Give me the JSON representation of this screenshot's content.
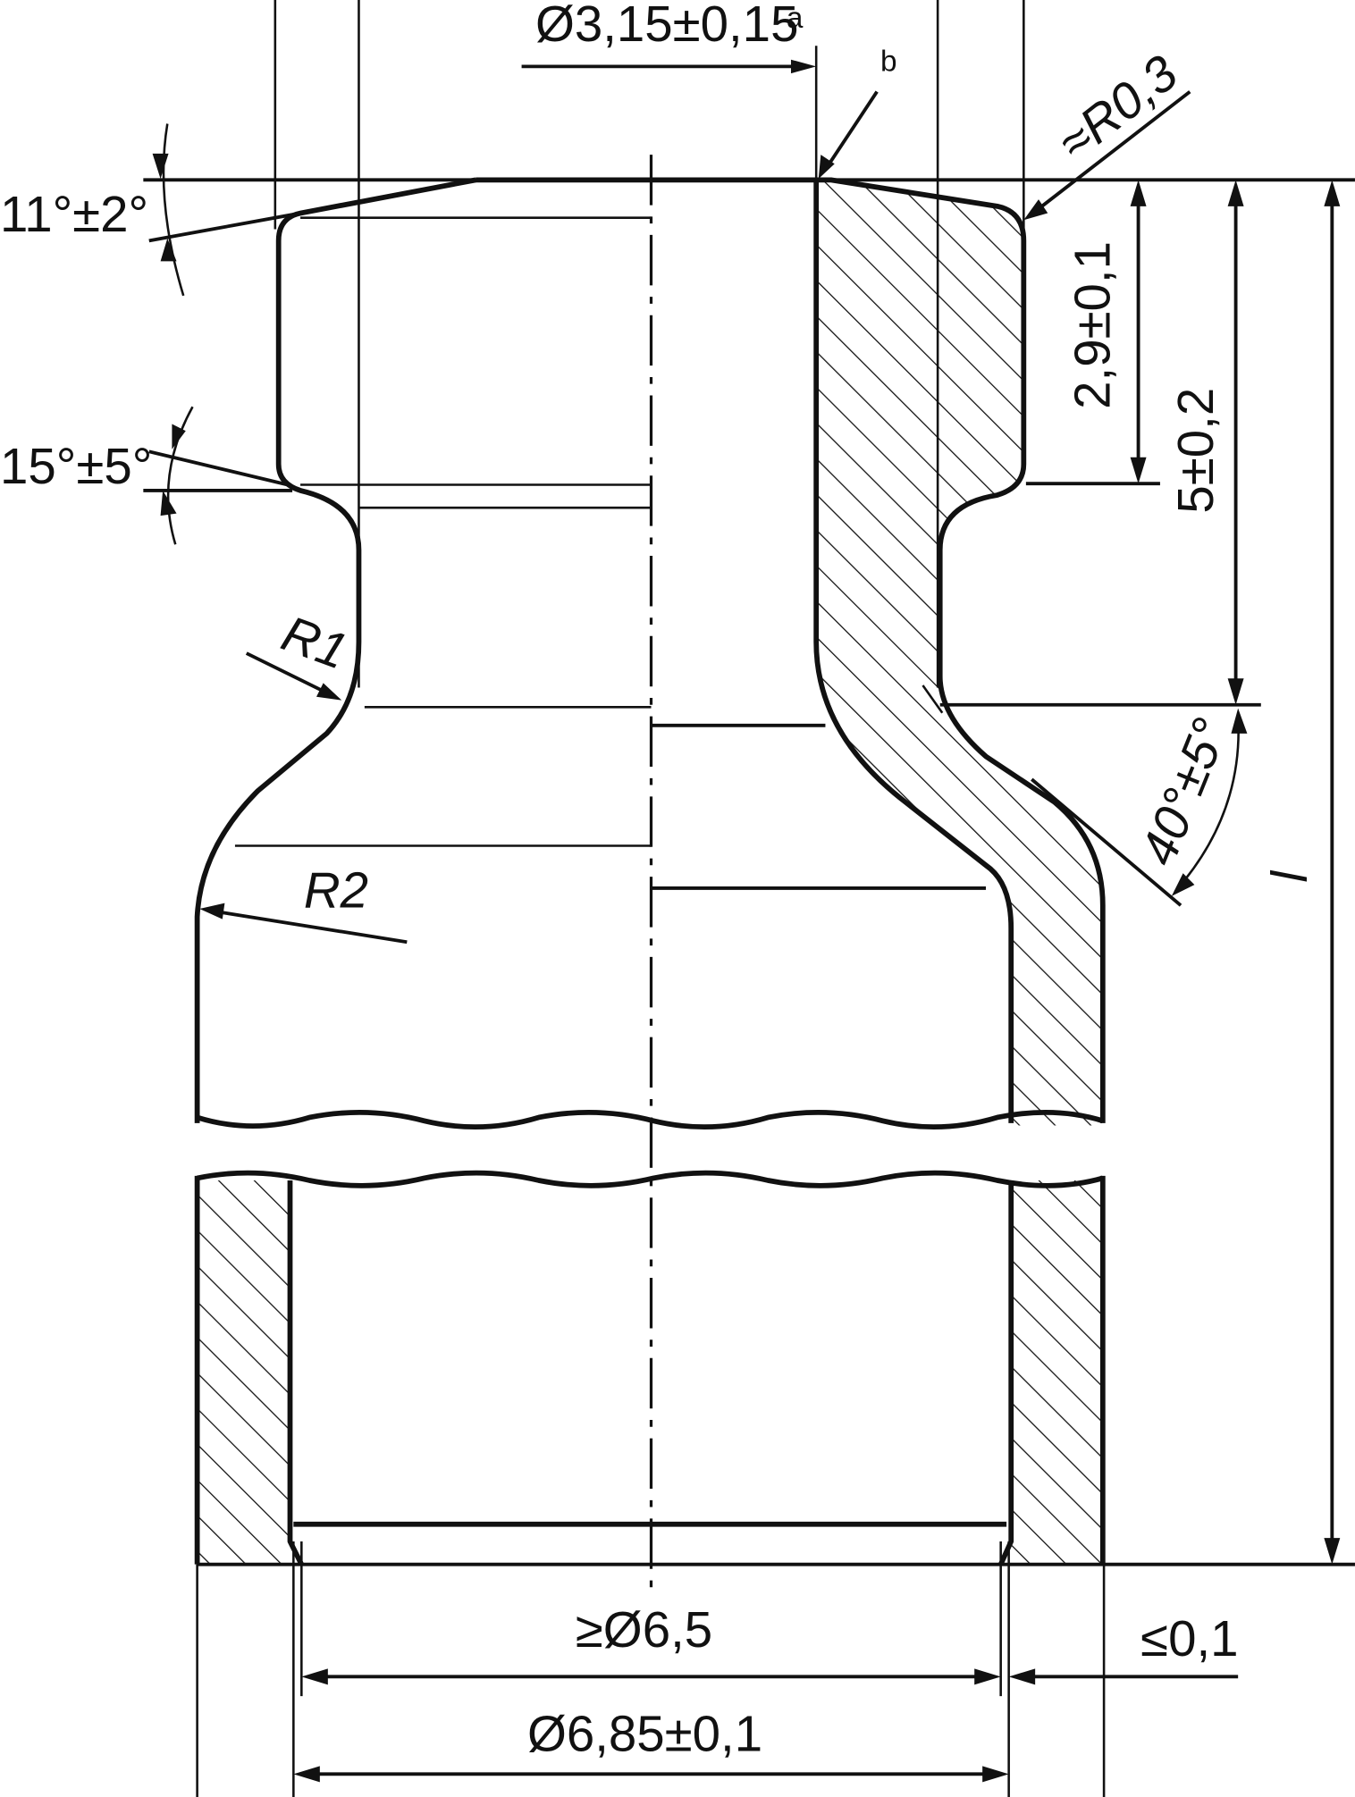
{
  "labels": {
    "dia_top": "Ø3,15±0,15",
    "note_a": "a",
    "note_b": "b",
    "radius_top": "≈R0,3",
    "angle_11": "11°±2°",
    "angle_15": "15°±5°",
    "height_29": "2,9±0,1",
    "height_5": "5±0,2",
    "radius_r1": "R1",
    "radius_r2": "R2",
    "angle_40": "40°±5°",
    "length_l": "l",
    "dia_min": "≥Ø6,5",
    "dia_bottom": "Ø6,85±0,1",
    "chamfer": "≤0,1"
  }
}
